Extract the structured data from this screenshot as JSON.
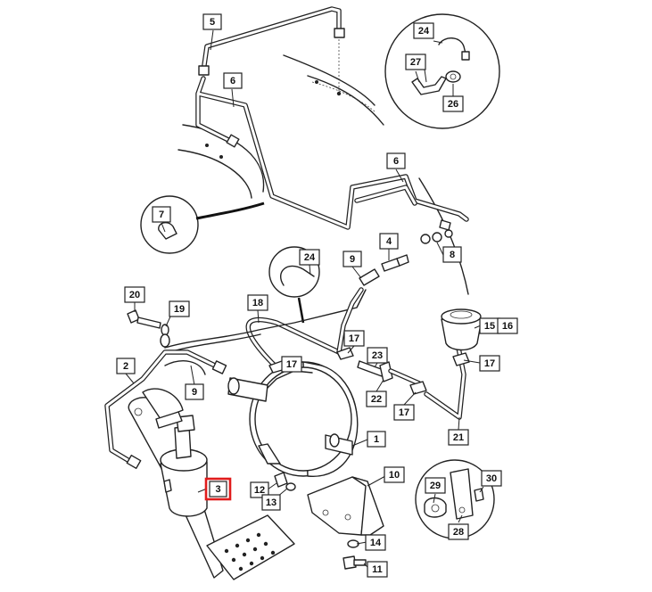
{
  "diagram": {
    "highlight_color": "#e01b1b",
    "line_color": "#222222",
    "callouts": [
      {
        "id": "c1",
        "label": "1"
      },
      {
        "id": "c2",
        "label": "2"
      },
      {
        "id": "c3",
        "label": "3",
        "highlighted": true
      },
      {
        "id": "c4",
        "label": "4"
      },
      {
        "id": "c5",
        "label": "5"
      },
      {
        "id": "c6a",
        "label": "6"
      },
      {
        "id": "c6b",
        "label": "6"
      },
      {
        "id": "c7",
        "label": "7"
      },
      {
        "id": "c8",
        "label": "8"
      },
      {
        "id": "c9a",
        "label": "9"
      },
      {
        "id": "c9b",
        "label": "9"
      },
      {
        "id": "c10",
        "label": "10"
      },
      {
        "id": "c11",
        "label": "11"
      },
      {
        "id": "c12",
        "label": "12"
      },
      {
        "id": "c13",
        "label": "13"
      },
      {
        "id": "c14",
        "label": "14"
      },
      {
        "id": "c15",
        "label": "15"
      },
      {
        "id": "c16",
        "label": "16"
      },
      {
        "id": "c17a",
        "label": "17"
      },
      {
        "id": "c17b",
        "label": "17"
      },
      {
        "id": "c17c",
        "label": "17"
      },
      {
        "id": "c17d",
        "label": "17"
      },
      {
        "id": "c18",
        "label": "18"
      },
      {
        "id": "c19",
        "label": "19"
      },
      {
        "id": "c20",
        "label": "20"
      },
      {
        "id": "c21",
        "label": "21"
      },
      {
        "id": "c22",
        "label": "22"
      },
      {
        "id": "c23",
        "label": "23"
      },
      {
        "id": "c24a",
        "label": "24"
      },
      {
        "id": "c24b",
        "label": "24"
      },
      {
        "id": "c26",
        "label": "26"
      },
      {
        "id": "c27",
        "label": "27"
      },
      {
        "id": "c28",
        "label": "28"
      },
      {
        "id": "c29",
        "label": "29"
      },
      {
        "id": "c30",
        "label": "30"
      }
    ]
  }
}
